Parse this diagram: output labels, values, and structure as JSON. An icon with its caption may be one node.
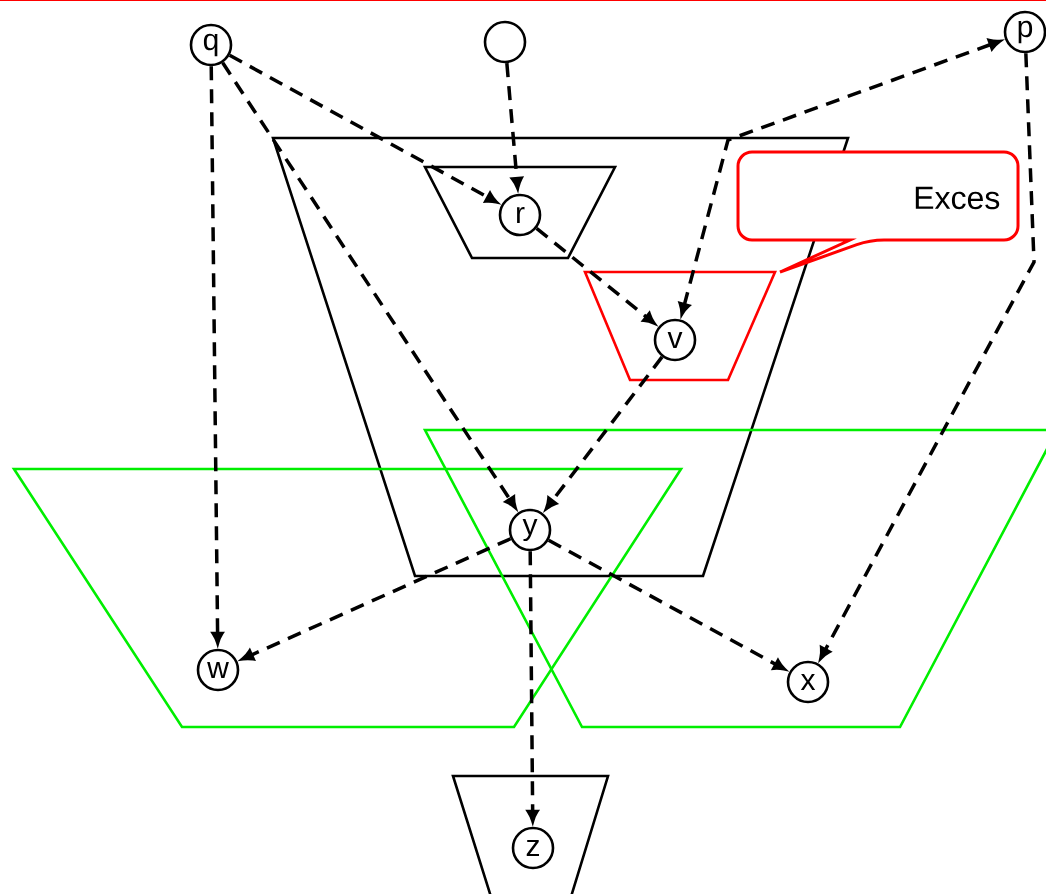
{
  "diagram": {
    "nodes": [
      {
        "text": [
          "q"
        ]
      },
      {
        "text": [],
        "shape": "circle"
      },
      {
        "text": [
          "p"
        ]
      },
      {
        "text": [],
        "shape": "trapezoid"
      },
      {
        "text": [],
        "shape": "trapezoid",
        "in": 3
      },
      {
        "text": [
          "r"
        ],
        "in": 4
      },
      {
        "text": [
          "Exces"
        ]
      },
      {
        "text": [],
        "shape": "trapezoid",
        "in": 3
      },
      {
        "text": [
          "v"
        ],
        "in": 7
      },
      {
        "text": [],
        "shape": "trapezoid"
      },
      {
        "text": [],
        "shape": "trapezoid"
      },
      {
        "text": [
          "y"
        ]
      },
      {
        "text": [
          "w"
        ],
        "in": 10
      },
      {
        "text": [
          "x"
        ],
        "in": 9
      },
      {
        "text": [],
        "shape": "trapezoid"
      },
      {
        "text": [
          "z"
        ],
        "in": 14
      }
    ],
    "edges": [
      {
        "from": 0,
        "to": 5,
        "arrow": "to",
        "style": "dashed"
      },
      {
        "from": 0,
        "to": 12,
        "arrow": "to",
        "style": "dashed"
      },
      {
        "from": 0,
        "to": 11,
        "arrow": "to",
        "style": "dashed"
      },
      {
        "from": 1,
        "to": 5,
        "arrow": "to",
        "style": "dashed"
      },
      {
        "from": 2,
        "to": 8,
        "arrow": "both",
        "style": "dashed"
      },
      {
        "from": 2,
        "to": 13,
        "arrow": "to",
        "style": "dashed"
      },
      {
        "from": 5,
        "to": 8,
        "arrow": "to",
        "style": "dashed"
      },
      {
        "from": 8,
        "to": 11,
        "arrow": "to",
        "style": "dashed"
      },
      {
        "from": 11,
        "to": 12,
        "arrow": "to",
        "style": "dashed"
      },
      {
        "from": 11,
        "to": 13,
        "arrow": "to",
        "style": "dashed"
      },
      {
        "from": 11,
        "to": 15,
        "arrow": "to",
        "style": "dashed"
      }
    ]
  }
}
